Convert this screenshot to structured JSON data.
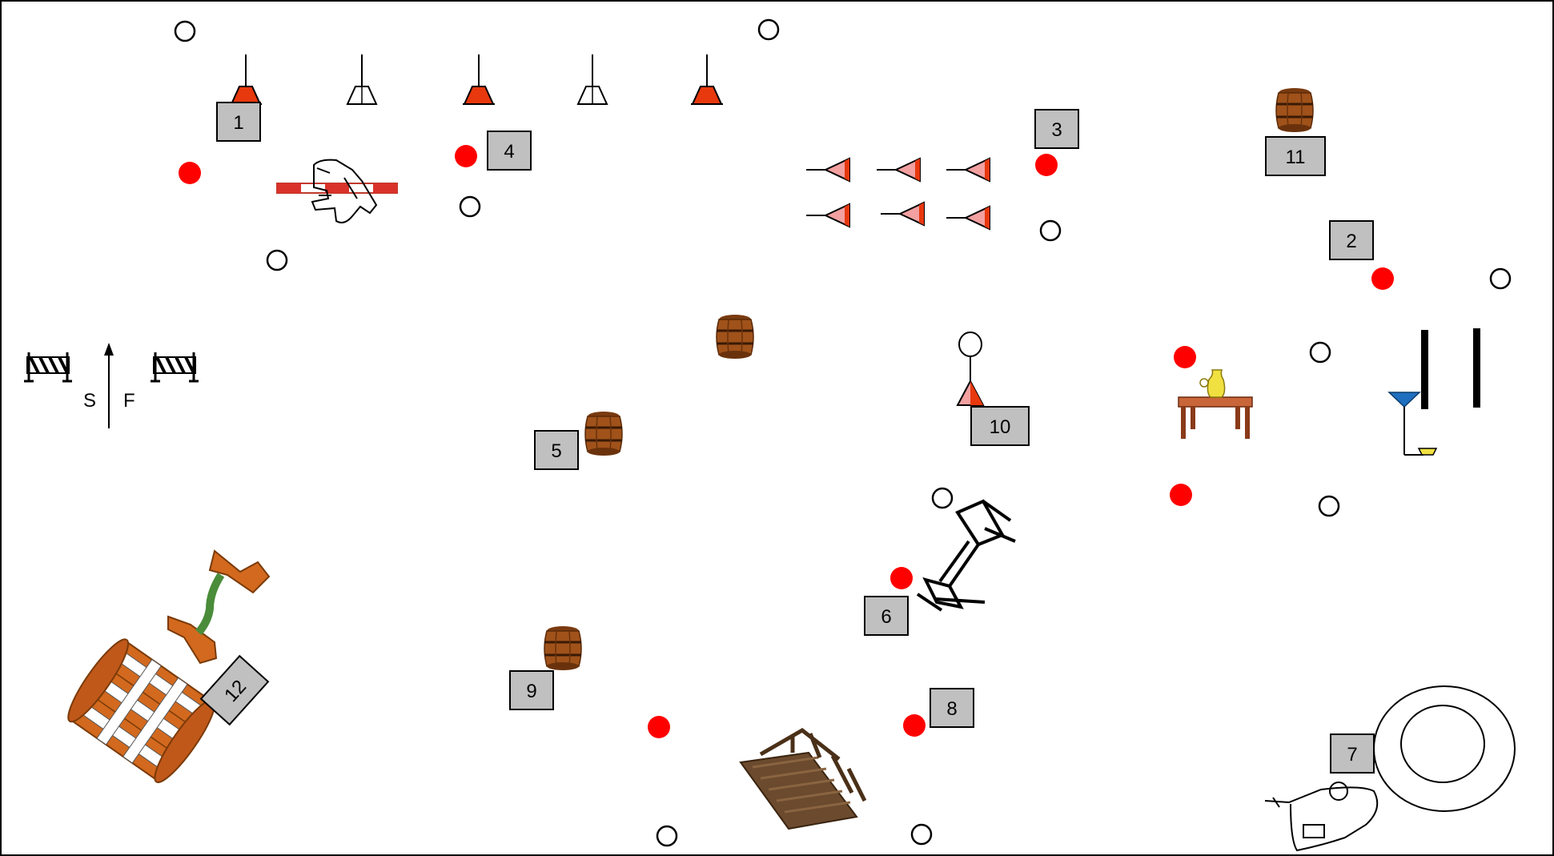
{
  "course": {
    "start_label": "S",
    "finish_label": "F"
  },
  "obstacles": [
    {
      "number": "1",
      "icon": "pole-bending-cones-icon"
    },
    {
      "number": "2",
      "icon": "gate-posts-icon"
    },
    {
      "number": "3",
      "icon": "flag-slalom-icon"
    },
    {
      "number": "4",
      "icon": "rail-jump-icon"
    },
    {
      "number": "5",
      "icon": "barrel-icon"
    },
    {
      "number": "6",
      "icon": "bridge-icon"
    },
    {
      "number": "7",
      "icon": "circle-lunge-icon"
    },
    {
      "number": "8",
      "icon": "wooden-bridge-icon"
    },
    {
      "number": "9",
      "icon": "barrel-icon"
    },
    {
      "number": "10",
      "icon": "flag-stand-icon"
    },
    {
      "number": "11",
      "icon": "barrel-icon"
    },
    {
      "number": "12",
      "icon": "brick-wall-icon"
    }
  ],
  "colors": {
    "entry_marker": "#ff0000",
    "exit_marker": "#ffffff",
    "number_box": "#c0c0c0",
    "cone_red": "#e8380d",
    "flag_red": "#f2a0a0",
    "barrel_brown": "#a0521a",
    "brick": "#d2691e",
    "green_pole": "#4a8c3a",
    "blue_flag": "#1e6fbf",
    "yellow": "#f0e040"
  }
}
